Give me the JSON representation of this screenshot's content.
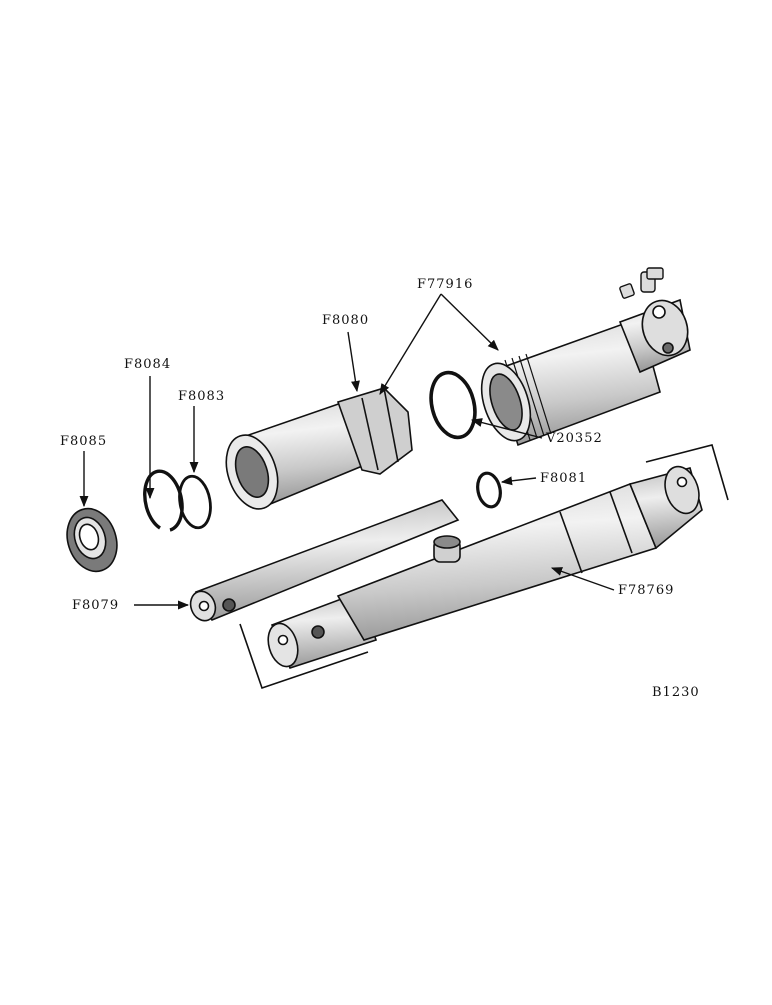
{
  "diagram": {
    "labels": {
      "f77916": "F77916",
      "f8080": "F8080",
      "f8084": "F8084",
      "f8083": "F8083",
      "f8085": "F8085",
      "v20352": "V20352",
      "f8081": "F8081",
      "f78769": "F78769",
      "f8079": "F8079",
      "figure_code": "B1230"
    },
    "colors": {
      "ink": "#111111",
      "metal_light": "#e6e6e6",
      "metal_mid": "#c4c4c4",
      "metal_dark": "#8a8a8a",
      "paper": "#ffffff"
    }
  }
}
